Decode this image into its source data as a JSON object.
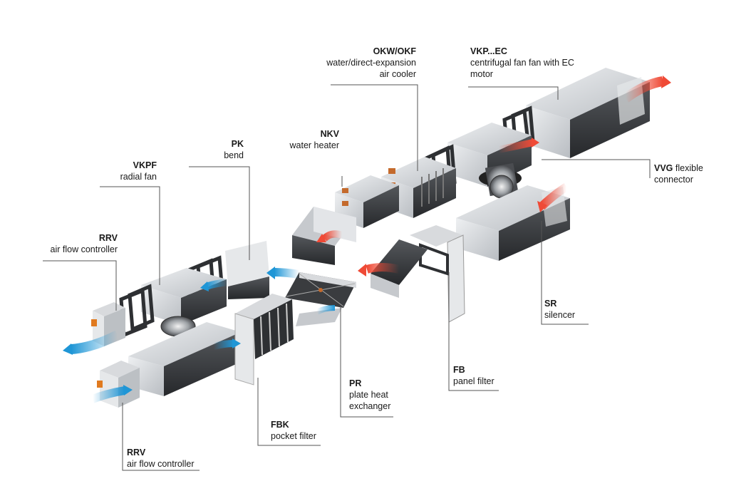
{
  "components": {
    "okw": {
      "code": "OKW/OKF",
      "desc": [
        "water/direct-expansion",
        "air cooler"
      ]
    },
    "vkp": {
      "code": "VKP...EC",
      "desc": [
        "centrifugal fan fan with EC",
        "motor"
      ]
    },
    "nkv": {
      "code": "NKV",
      "desc": [
        "water heater"
      ]
    },
    "pk": {
      "code": "PK",
      "desc": [
        "bend"
      ]
    },
    "vkpf": {
      "code": "VKPF",
      "desc": [
        "radial fan"
      ]
    },
    "rrv_top": {
      "code": "RRV",
      "desc": [
        "air flow controller"
      ]
    },
    "vvg": {
      "code": "VVG",
      "desc": [
        "flexible",
        "connector"
      ]
    },
    "sr": {
      "code": "SR",
      "desc": [
        "silencer"
      ]
    },
    "fb": {
      "code": "FB",
      "desc": [
        "panel filter"
      ]
    },
    "pr": {
      "code": "PR",
      "desc": [
        "plate heat",
        "exchanger"
      ]
    },
    "fbk": {
      "code": "FBK",
      "desc": [
        "pocket filter"
      ]
    },
    "rrv_bottom": {
      "code": "RRV",
      "desc": [
        "air flow controller"
      ]
    }
  },
  "colors": {
    "casing_light": "#d4d7da",
    "casing_dark": "#3a3c3f",
    "frame": "#2e3033",
    "warm_air": "#ef4a36",
    "cool_air": "#1f96d6",
    "leader": "#555555"
  }
}
